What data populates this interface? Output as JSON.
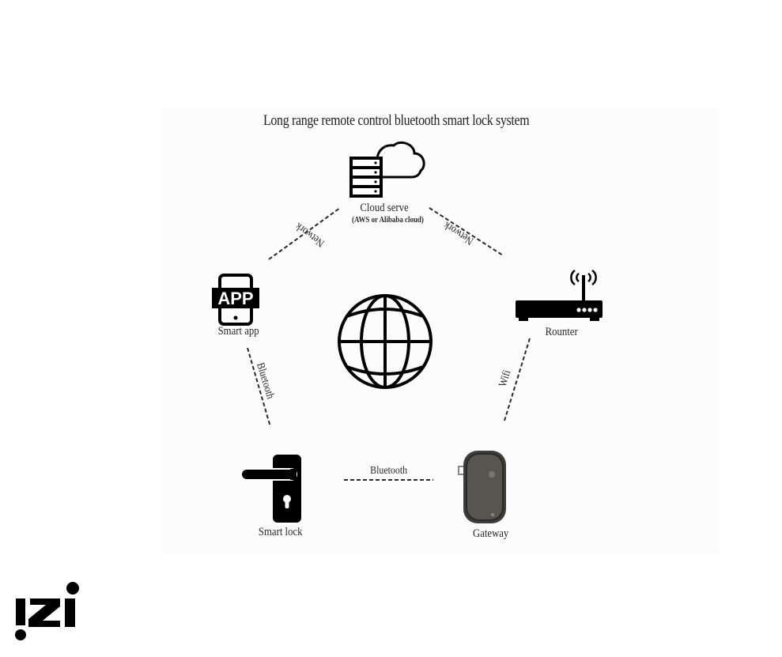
{
  "diagram": {
    "title": "Long range remote control bluetooth smart lock system",
    "nodes": [
      {
        "id": "cloud",
        "label": "Cloud serve",
        "sublabel": "(AWS or Alibaba cloud)",
        "icon": "cloud-server-icon"
      },
      {
        "id": "app",
        "label": "Smart app",
        "icon": "app-phone-icon",
        "icon_text": "APP"
      },
      {
        "id": "router",
        "label": "Rounter",
        "icon": "router-icon"
      },
      {
        "id": "lock",
        "label": "Smart lock",
        "icon": "door-lock-icon"
      },
      {
        "id": "gateway",
        "label": "Gateway",
        "icon": "gateway-device-icon"
      },
      {
        "id": "internet",
        "label": "",
        "icon": "globe-icon"
      }
    ],
    "edges": [
      {
        "from": "app",
        "to": "cloud",
        "label": "Network",
        "style": "dashed"
      },
      {
        "from": "cloud",
        "to": "router",
        "label": "Network",
        "style": "dashed"
      },
      {
        "from": "app",
        "to": "lock",
        "label": "Bluetooth",
        "style": "dashed"
      },
      {
        "from": "router",
        "to": "gateway",
        "label": "Wifi",
        "style": "dashed"
      },
      {
        "from": "lock",
        "to": "gateway",
        "label": "Bluetooth",
        "style": "dashed"
      }
    ]
  },
  "watermark": {
    "text": "!zi",
    "icon": "izi-logo-icon"
  },
  "colors": {
    "line": "#2b2b2b",
    "icon": "#000000",
    "gateway_body": "#4a4a44",
    "background": "#ffffff"
  }
}
